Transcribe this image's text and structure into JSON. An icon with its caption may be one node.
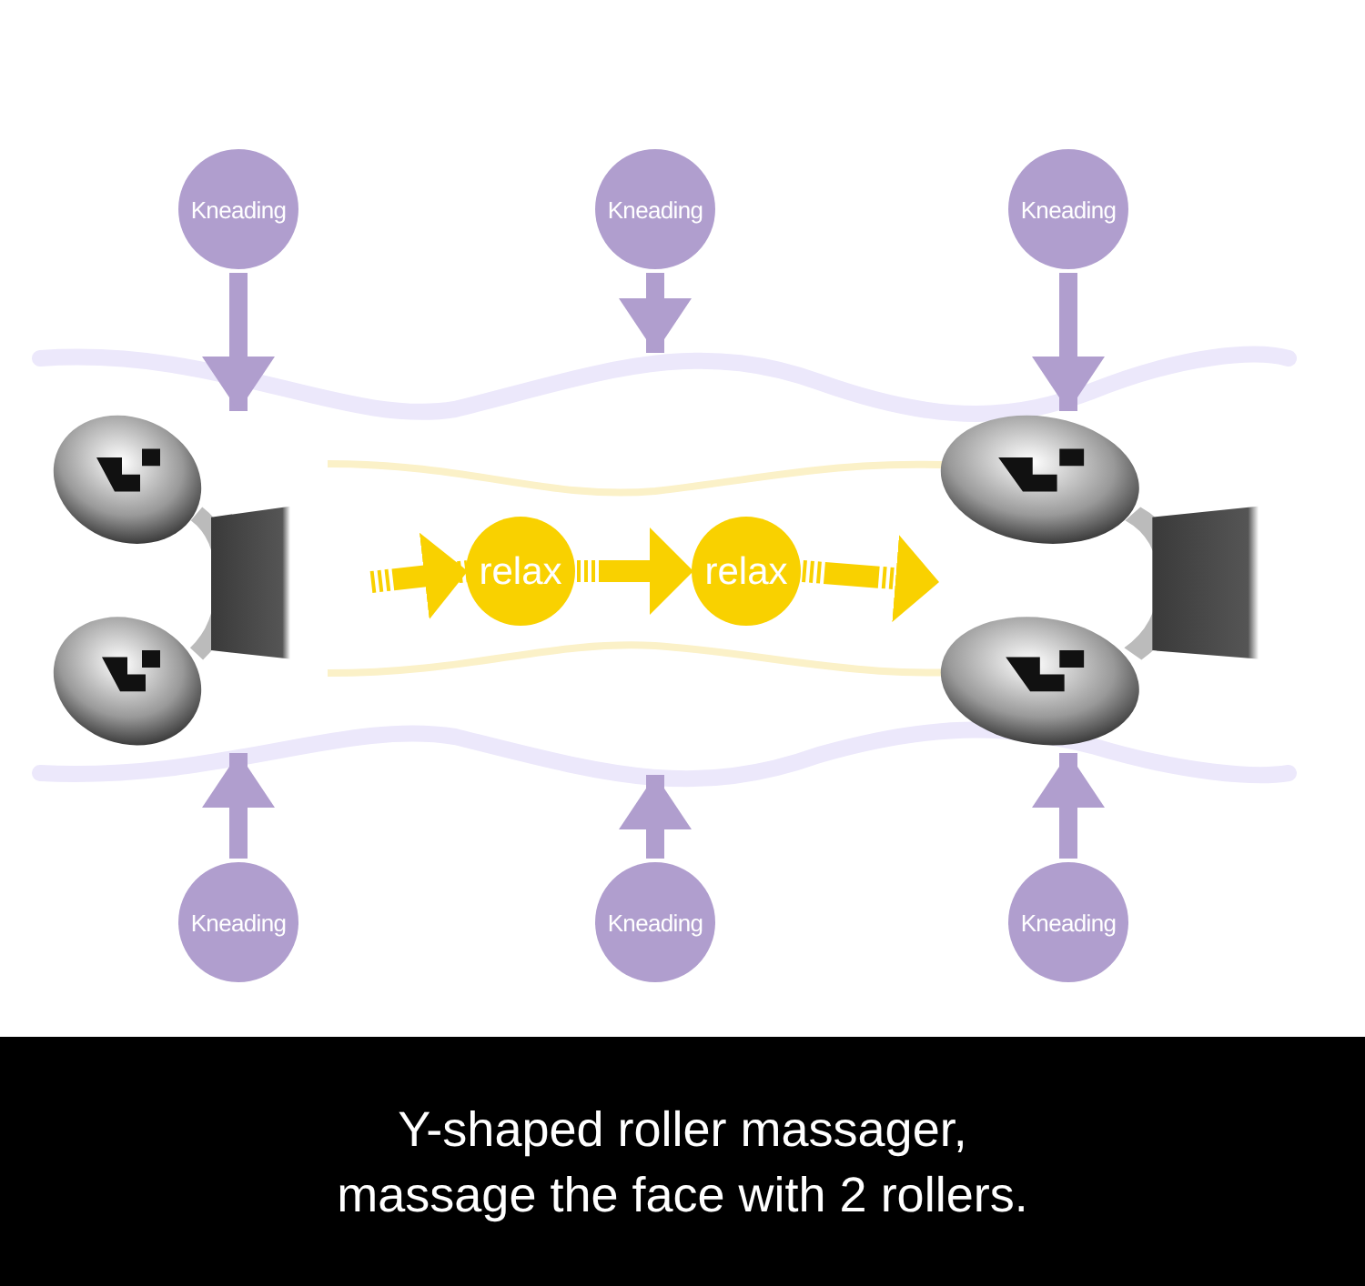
{
  "diagram": {
    "caption": "Y-shaped roller massager, massage the face with 2 rollers.",
    "nodes": [
      {
        "text": [
          "Kneading"
        ]
      },
      {
        "text": [
          "Kneading"
        ]
      },
      {
        "text": [
          "Kneading"
        ]
      },
      {
        "text": [
          "Kneading"
        ]
      },
      {
        "text": [
          "Kneading"
        ]
      },
      {
        "text": [
          "Kneading"
        ]
      },
      {
        "text": [],
        "shape": "picture"
      },
      {
        "text": [
          "relax"
        ]
      },
      {
        "text": [
          "relax"
        ]
      },
      {
        "text": [],
        "shape": "picture"
      }
    ],
    "edges": [
      {
        "from": 0,
        "to": 6,
        "arrow": "to"
      },
      {
        "from": 1,
        "to": null,
        "arrow": "to"
      },
      {
        "from": 2,
        "to": 9,
        "arrow": "to"
      },
      {
        "from": 3,
        "to": 6,
        "arrow": "to"
      },
      {
        "from": 4,
        "to": null,
        "arrow": "to"
      },
      {
        "from": 5,
        "to": 9,
        "arrow": "to"
      },
      {
        "from": 6,
        "to": 7,
        "arrow": "to",
        "style": "dashed",
        "color": "#f9d100"
      },
      {
        "from": 7,
        "to": 8,
        "arrow": "to",
        "style": "dashed",
        "color": "#f9d100"
      },
      {
        "from": 8,
        "to": 9,
        "arrow": "to",
        "style": "dashed",
        "color": "#f9d100"
      }
    ]
  }
}
